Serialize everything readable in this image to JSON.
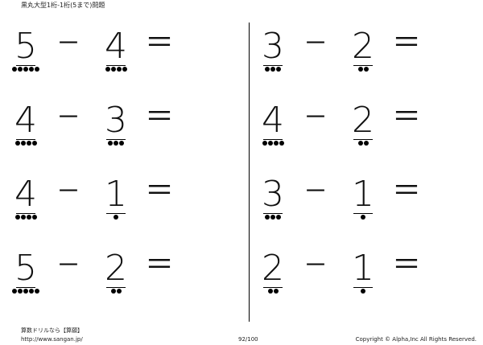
{
  "header": {
    "title": "黒丸大型1桁-1桁(5まで)問題"
  },
  "operator": "－",
  "equals": "＝",
  "left_problems": [
    {
      "a": "5",
      "a_dots": 5,
      "b": "4",
      "b_dots": 4
    },
    {
      "a": "4",
      "a_dots": 4,
      "b": "3",
      "b_dots": 3
    },
    {
      "a": "4",
      "a_dots": 4,
      "b": "1",
      "b_dots": 1
    },
    {
      "a": "5",
      "a_dots": 5,
      "b": "2",
      "b_dots": 2
    }
  ],
  "right_problems": [
    {
      "a": "3",
      "a_dots": 3,
      "b": "2",
      "b_dots": 2
    },
    {
      "a": "4",
      "a_dots": 4,
      "b": "2",
      "b_dots": 2
    },
    {
      "a": "3",
      "a_dots": 3,
      "b": "1",
      "b_dots": 1
    },
    {
      "a": "2",
      "a_dots": 2,
      "b": "1",
      "b_dots": 1
    }
  ],
  "footer": {
    "site_name": "算数ドリルなら【算願】",
    "url": "http://www.sangan.jp/",
    "page": "92/100",
    "copyright": "Copyright © Alpha,Inc All Rights Reserved."
  }
}
